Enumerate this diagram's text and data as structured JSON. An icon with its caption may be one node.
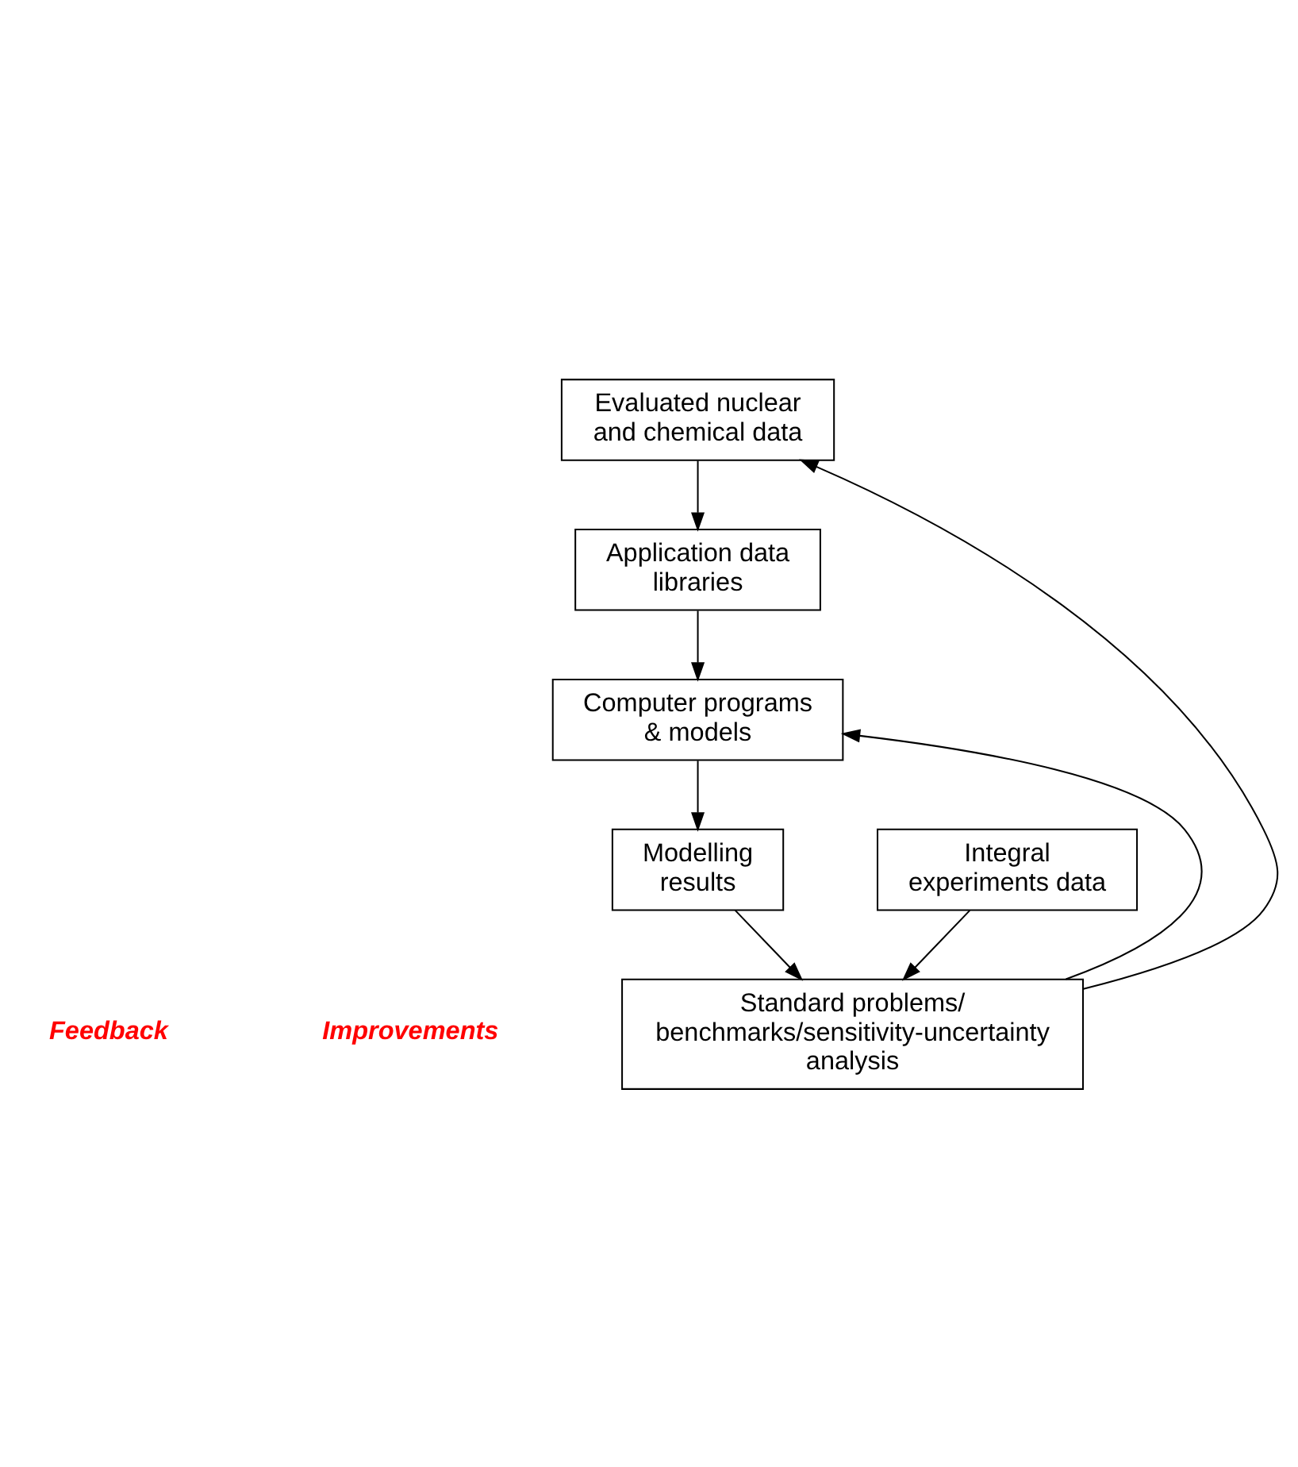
{
  "diagram": {
    "nodes": [
      {
        "text": [
          "Evaluated nuclear and chemical data"
        ]
      },
      {
        "text": [
          "Application data libraries"
        ]
      },
      {
        "text": [
          "Computer programs & models"
        ]
      },
      {
        "text": [
          "Modelling results"
        ]
      },
      {
        "text": [
          "Integral experiments data"
        ]
      },
      {
        "text": [
          "Standard problems/ benchmarks/sensitivity-uncertainty analysis"
        ]
      }
    ],
    "edges": [
      {
        "from": 0,
        "to": 1,
        "arrow": "to"
      },
      {
        "from": 1,
        "to": 2,
        "arrow": "to"
      },
      {
        "from": 2,
        "to": 3,
        "arrow": "to"
      },
      {
        "from": 3,
        "to": 5,
        "arrow": "to"
      },
      {
        "from": 4,
        "to": 5,
        "arrow": "to"
      },
      {
        "from": 5,
        "to": 0,
        "arrow": "to"
      },
      {
        "from": 5,
        "to": 2,
        "arrow": "to"
      }
    ],
    "labels": [
      "Feedback",
      "Improvements"
    ]
  }
}
